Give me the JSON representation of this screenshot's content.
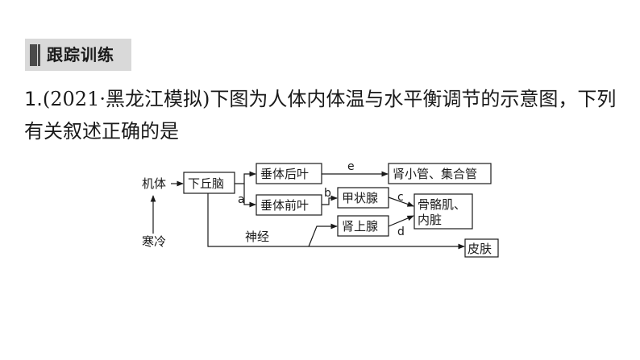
{
  "section": {
    "title": "跟踪训练"
  },
  "question": {
    "number": "1.",
    "source": "(2021·黑龙江模拟)",
    "text": "下图为人体内体温与水平衡调节的示意图，下列有关叙述正确的是"
  },
  "diagram": {
    "nodes": {
      "body": "机体",
      "cold": "寒冷",
      "hypothalamus": "下丘脑",
      "posterior_pituitary": "垂体后叶",
      "anterior_pituitary": "垂体前叶",
      "kidney_tubules": "肾小管、集合管",
      "thyroid": "甲状腺",
      "adrenal": "肾上腺",
      "muscle_line1": "骨骼肌、",
      "muscle_line2": "内脏",
      "skin": "皮肤"
    },
    "edge_labels": {
      "e": "e",
      "a": "a",
      "b": "b",
      "c": "c",
      "d": "d",
      "nerve": "神经"
    }
  }
}
